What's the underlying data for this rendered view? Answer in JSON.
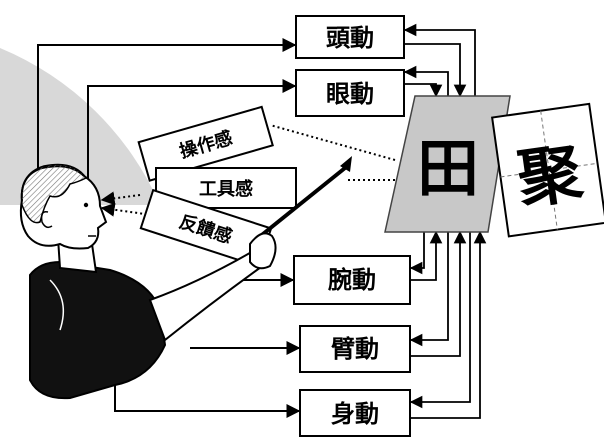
{
  "diagram": {
    "motion_boxes": {
      "head": "頭動",
      "eye": "眼動",
      "wrist": "腕動",
      "arm": "臂動",
      "body": "身動"
    },
    "feedback_labels": {
      "operation": "操作感",
      "tool": "工具感",
      "feedback": "反饋感"
    },
    "target_glyphs": {
      "template": "田",
      "written": "聚"
    }
  }
}
